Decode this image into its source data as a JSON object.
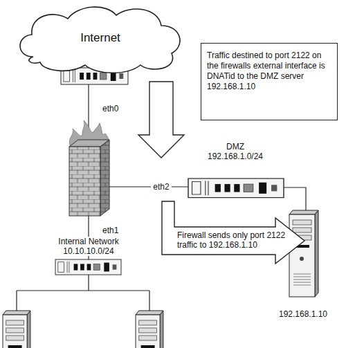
{
  "diagram": {
    "nodes": [
      {
        "text": [
          "Internet"
        ]
      },
      {
        "text": [
          "Traffic destined to port 2122 on the firewalls external interface is DNATid to the DMZ server 192.168.1.10"
        ]
      },
      {
        "text": [
          "Firewall sends only port 2122 traffic to 192.168.1.10"
        ]
      }
    ],
    "labels": [
      "eth0",
      "DMZ 192.168.1.0/24",
      "eth2",
      "eth1",
      "Internal Network 10.10.10.0/24",
      "192.168.1.10"
    ]
  }
}
